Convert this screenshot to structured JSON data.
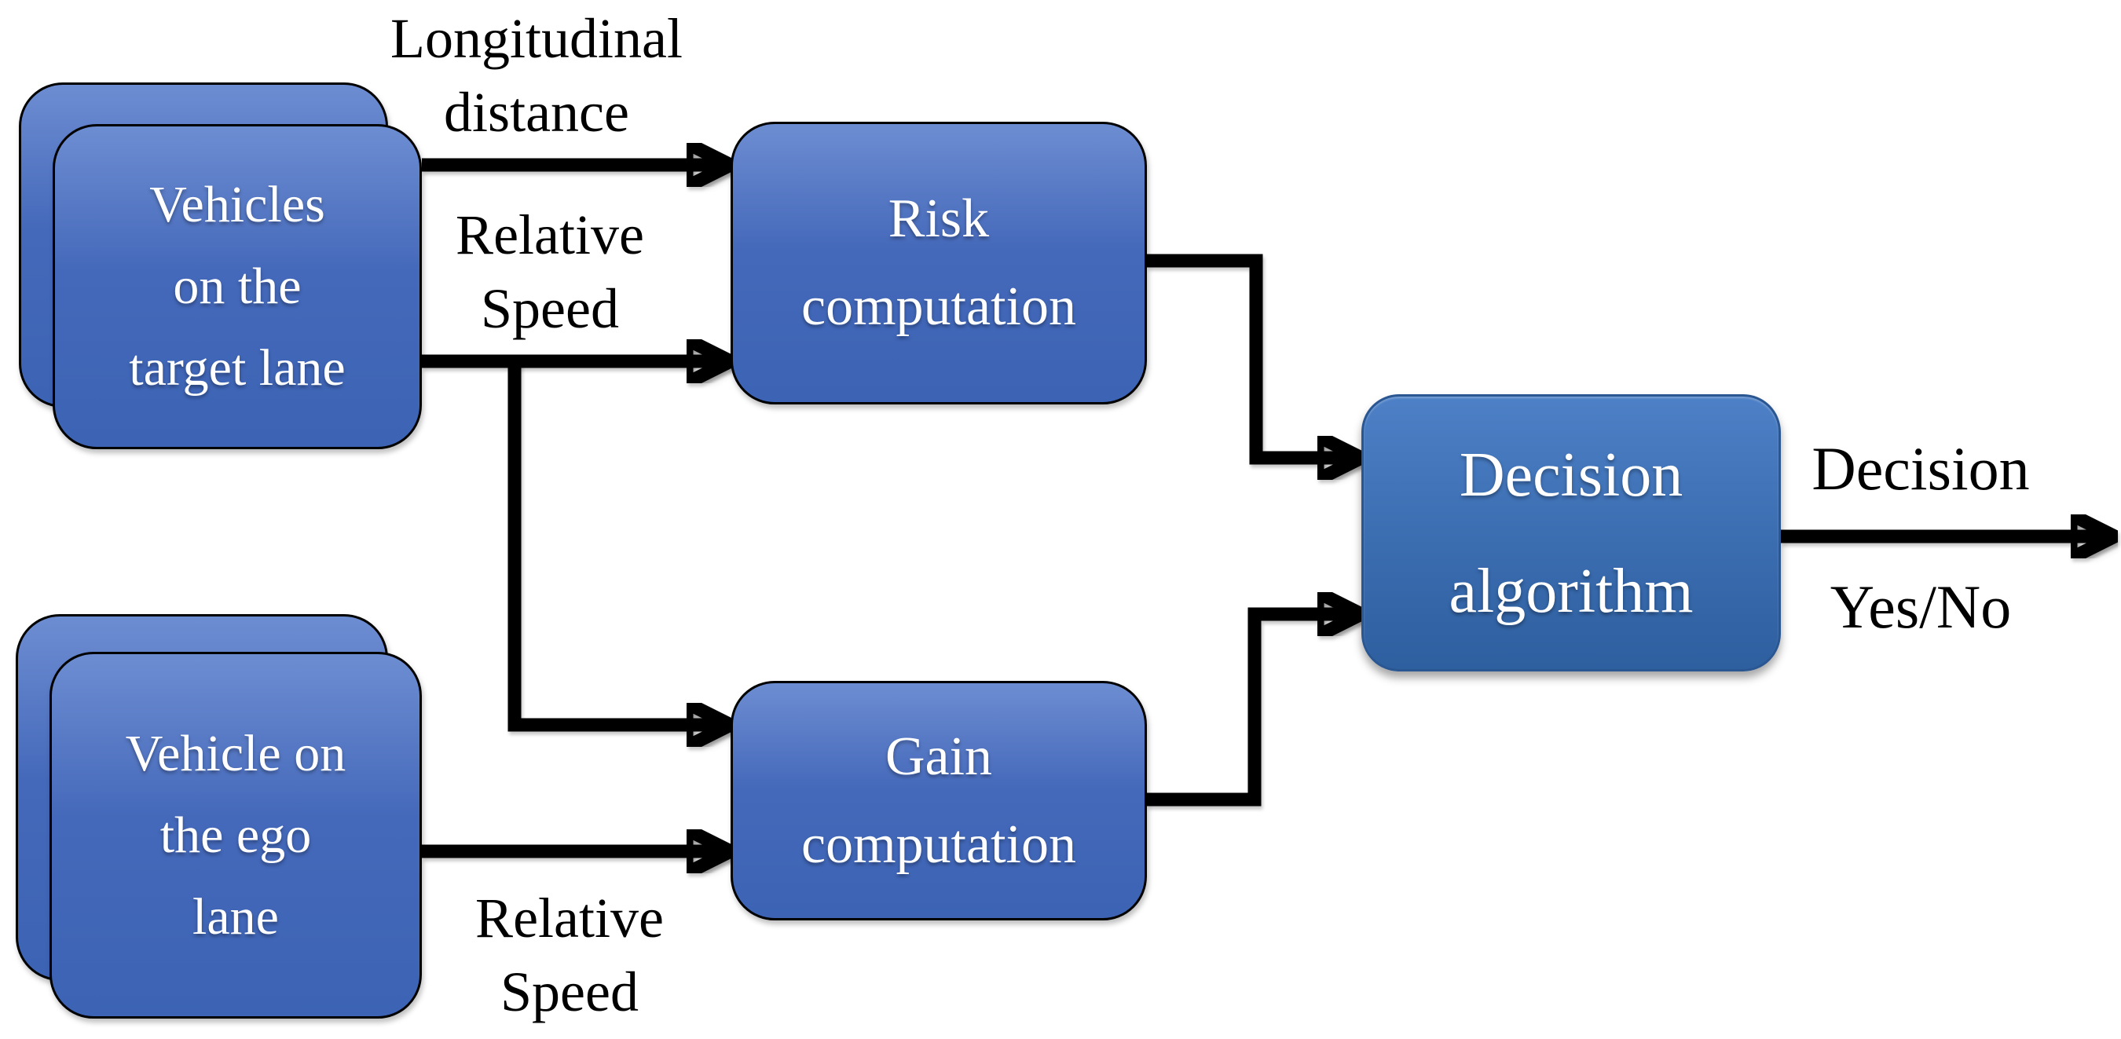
{
  "diagram": {
    "nodes": {
      "target_lane": {
        "lines": [
          "Vehicles",
          "on the",
          "target lane"
        ]
      },
      "ego_lane": {
        "lines": [
          "Vehicle on",
          "the ego",
          "lane"
        ]
      },
      "risk": {
        "lines": [
          "Risk",
          "computation"
        ]
      },
      "gain": {
        "lines": [
          "Gain",
          "computation"
        ]
      },
      "decision": {
        "lines": [
          "Decision",
          "algorithm"
        ]
      }
    },
    "edge_labels": {
      "longitudinal_distance": {
        "lines": [
          "Longitudinal",
          "distance"
        ]
      },
      "relative_speed_top": {
        "lines": [
          "Relative",
          "Speed"
        ]
      },
      "relative_speed_bottom": {
        "lines": [
          "Relative",
          "Speed"
        ]
      },
      "decision_output_label": "Decision",
      "decision_output_values": "Yes/No"
    },
    "colors": {
      "node_fill_top": "#6d8dd2",
      "node_fill_bottom": "#3c63b4",
      "node_border": "#000000",
      "decision_fill_top": "#4d80c6",
      "decision_fill_bottom": "#2e5f9f",
      "decision_border": "#2a5691",
      "arrow": "#000000",
      "node_text": "#ffffff",
      "label_text": "#000000",
      "background": "#ffffff"
    }
  }
}
